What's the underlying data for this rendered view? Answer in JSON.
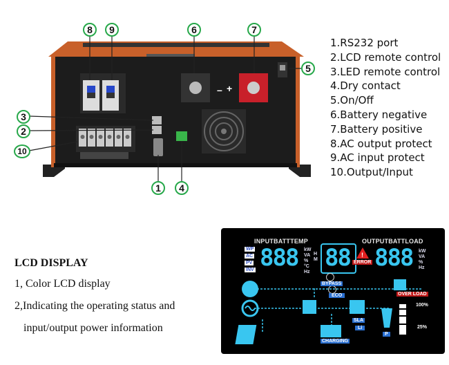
{
  "legend": [
    "1.RS232 port",
    "2.LCD remote control",
    "3.LED remote control",
    "4.Dry contact",
    "5.On/Off",
    "6.Battery negative",
    "7.Battery positive",
    "8.AC output protect",
    "9.AC input protect",
    "10.Output/Input"
  ],
  "callouts": [
    "1",
    "2",
    "3",
    "4",
    "5",
    "6",
    "7",
    "8",
    "9",
    "10"
  ],
  "lcd_section": {
    "title": "LCD DISPLAY",
    "lines": [
      "1, Color LCD display",
      "2,Indicating the operating status and",
      "input/output power information"
    ]
  },
  "lcd_panel": {
    "input_header": "INPUTBATTTEMP",
    "output_header": "OUTPUTBATTLOAD",
    "modes": [
      "WP",
      "AC",
      "PV",
      "INV"
    ],
    "left_units": [
      "kW",
      "VA",
      "%",
      "°C",
      "Hz"
    ],
    "left_hm": [
      "H",
      "M"
    ],
    "right_units": [
      "kW",
      "VA",
      "%",
      "Hz"
    ],
    "digits_left": "888",
    "digits_mid": "88",
    "digits_right": "888",
    "error": "ERROR",
    "bypass": "BYPASS",
    "eco": "ECO",
    "over_load": "OVER LOAD",
    "pct_100": "100%",
    "pct_25": "25%",
    "sla": "SLA",
    "li": "Li",
    "charging": "CHARGING",
    "p": "P",
    "warn": "!"
  },
  "device_labels": {
    "minus": "–",
    "plus": "+"
  },
  "colors": {
    "accent_cyan": "#39c6f0",
    "callout_green": "#27a84a",
    "battery_red": "#c8202a",
    "trim_orange": "#c8602a"
  }
}
